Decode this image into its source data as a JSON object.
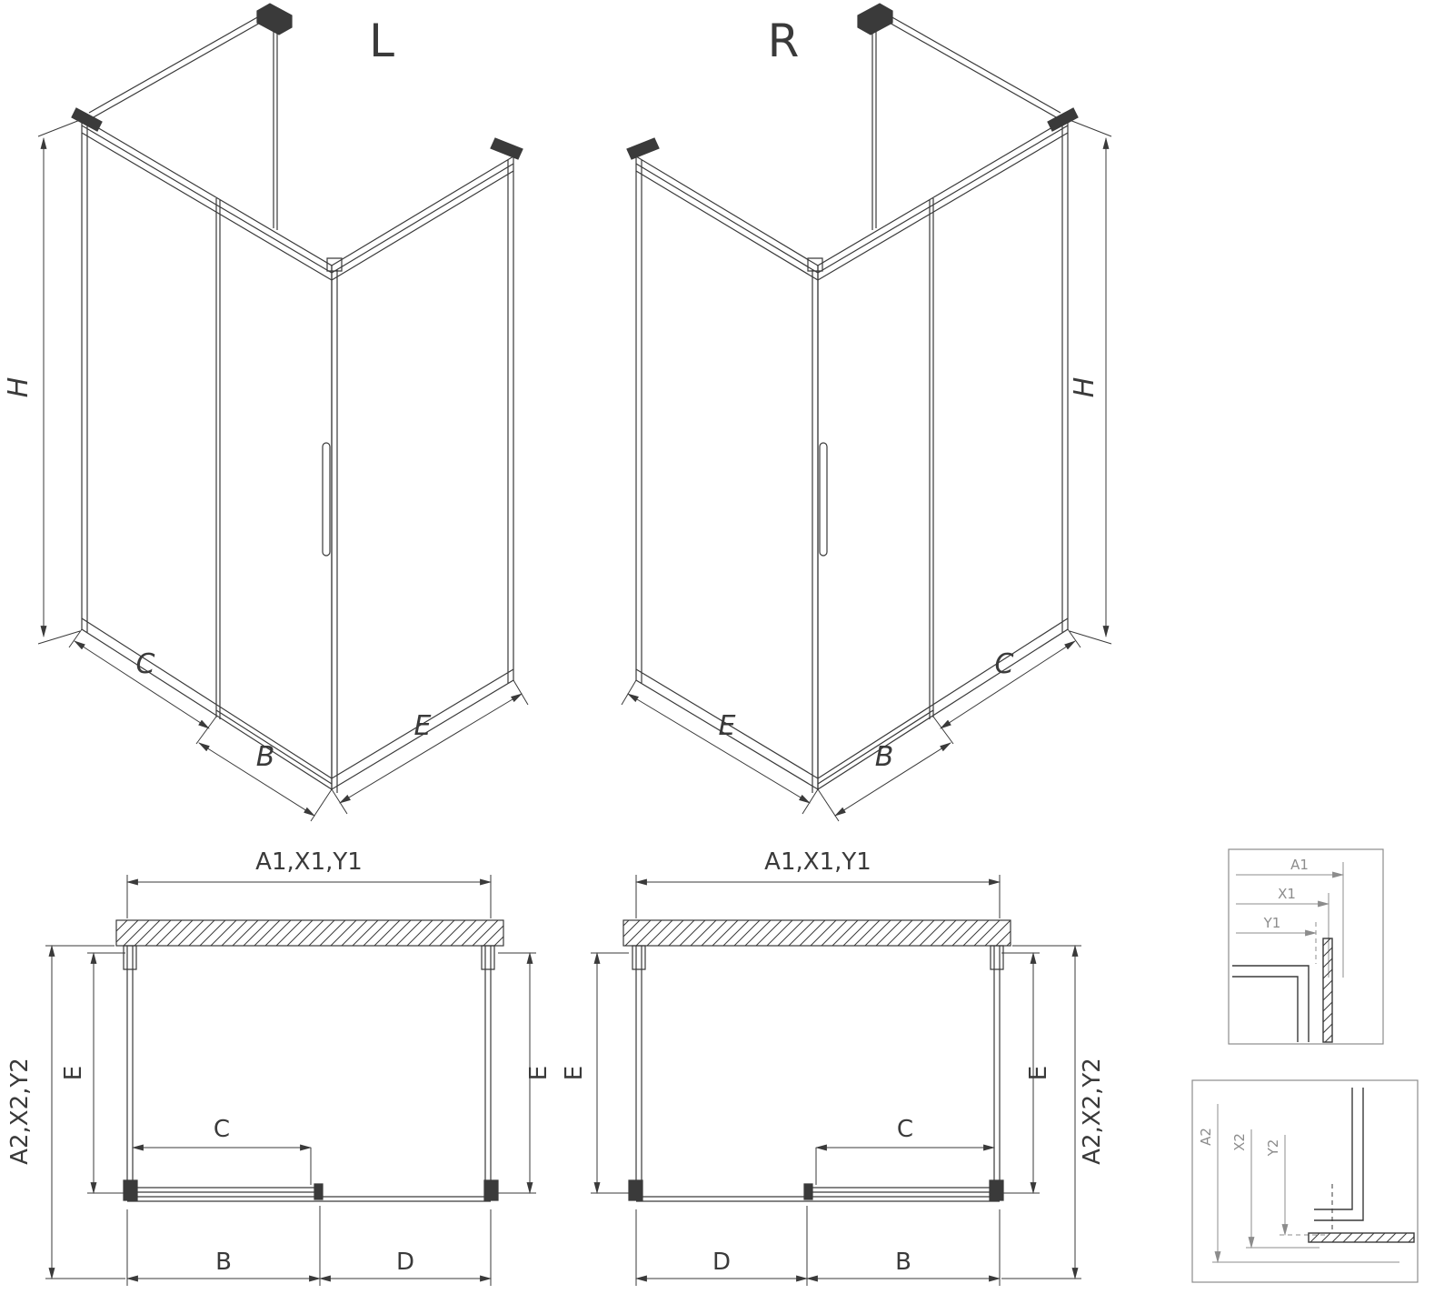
{
  "drawing": {
    "line_color": "#3a3a3a",
    "detail_line_color": "#8c8c8c",
    "background": "#ffffff"
  },
  "iso_left": {
    "label": "L",
    "dim_height": "H",
    "dim_side": "C",
    "dim_door": "B",
    "dim_return": "E"
  },
  "iso_right": {
    "label": "R",
    "dim_height": "H",
    "dim_side": "C",
    "dim_door": "B",
    "dim_return": "E"
  },
  "plan_left": {
    "dim_width": "A1,X1,Y1",
    "dim_depth": "A2,X2,Y2",
    "dim_left": "E",
    "dim_right": "E",
    "dim_opening": "C",
    "dim_door": "B",
    "dim_fixed": "D"
  },
  "plan_right": {
    "dim_width": "A1,X1,Y1",
    "dim_depth": "A2,X2,Y2",
    "dim_left": "E",
    "dim_right": "E",
    "dim_opening": "C",
    "dim_door": "B",
    "dim_fixed": "D"
  },
  "detail_top": {
    "dim_a1": "A1",
    "dim_x1": "X1",
    "dim_y1": "Y1"
  },
  "detail_bottom": {
    "dim_a2": "A2",
    "dim_x2": "X2",
    "dim_y2": "Y2"
  }
}
